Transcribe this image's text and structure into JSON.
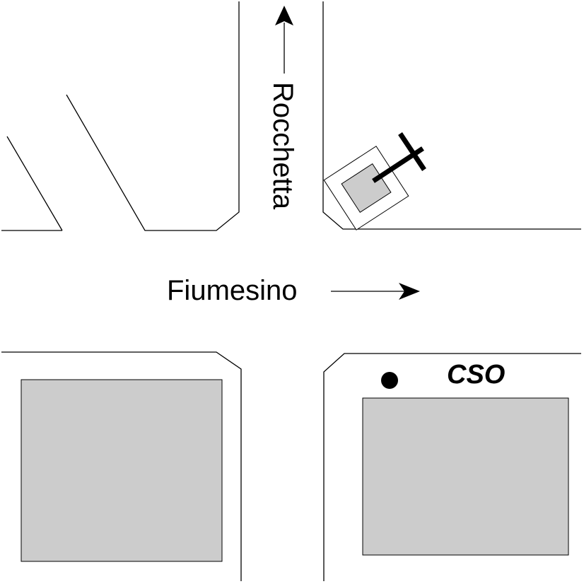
{
  "map": {
    "streets": {
      "vertical": "Rocchetta",
      "horizontal": "Fiumesino"
    },
    "labels": {
      "cso": "CSO"
    },
    "symbols": {
      "arrow_up": "arrow-up-icon",
      "arrow_right": "arrow-right-icon",
      "cemetery_cross": "cross-icon",
      "cso_point": "filled-circle-icon"
    },
    "colors": {
      "building_fill": "#cccccc",
      "line": "#000000",
      "background": "#ffffff"
    }
  }
}
